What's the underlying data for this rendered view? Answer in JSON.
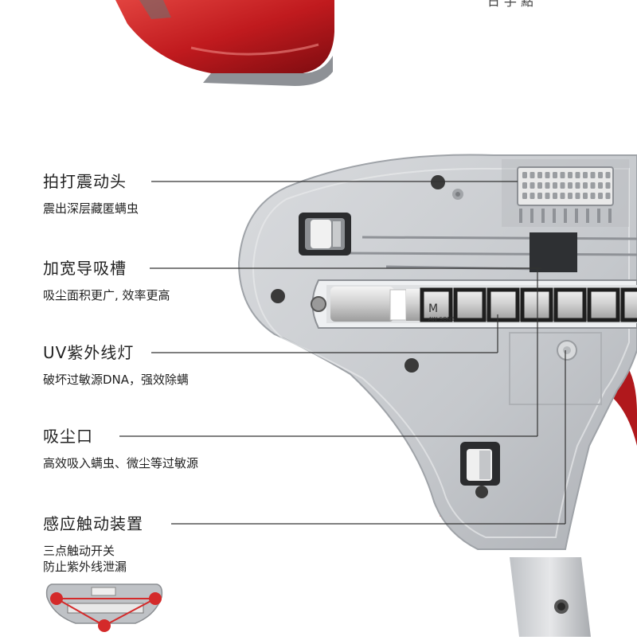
{
  "top_fragment": "日 手 點",
  "features": [
    {
      "title": "拍打震动头",
      "lines": [
        "震出深层藏匿螨虫"
      ]
    },
    {
      "title": "加宽导吸槽",
      "lines": [
        "吸尘面积更广, 效率更高"
      ]
    },
    {
      "title": "UV紫外线灯",
      "lines": [
        "破坏过敏源DNA，强效除螨"
      ]
    },
    {
      "title": "吸尘口",
      "lines": [
        "高效吸入螨虫、微尘等过敏源"
      ]
    },
    {
      "title": "感应触动装置",
      "lines": [
        "三点触动开关",
        "防止紫外线泄漏"
      ]
    }
  ],
  "uv_lamp_label": {
    "line1": "M",
    "line2": "AW SON5"
  },
  "colors": {
    "body_red": "#c01a1e",
    "shell_gray": "#c9cbce",
    "panel_gray": "#b4b7bb",
    "line": "#333333"
  }
}
